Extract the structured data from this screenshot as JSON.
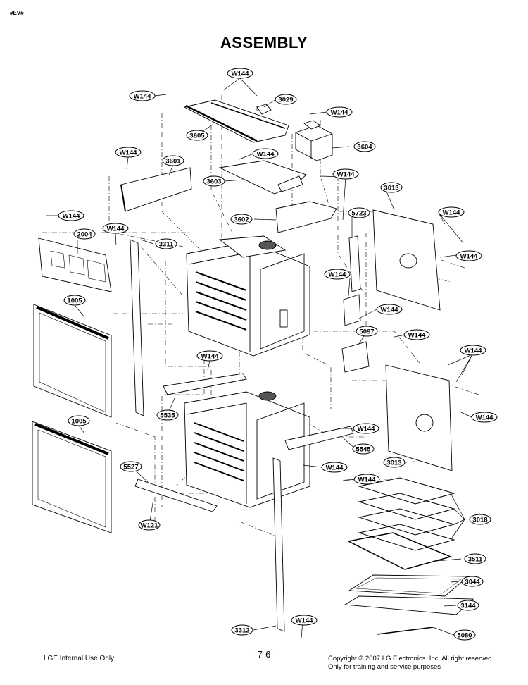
{
  "header": {
    "corner_tag": "#EV#",
    "title": "ASSEMBLY"
  },
  "footer": {
    "left": "LGE Internal Use Only",
    "page": "-7-6-",
    "copyright": "Copyright © 2007 LG Electronics. Inc. All right reserved.",
    "training_note": "Only for training and service purposes"
  },
  "callouts": [
    "W144",
    "W144",
    "3029",
    "W144",
    "3605",
    "3604",
    "W144",
    "W144",
    "3601",
    "W144",
    "3603",
    "3013",
    "3602",
    "W144",
    "5723",
    "W144",
    "2004",
    "W144",
    "3311",
    "W144",
    "W144",
    "W144",
    "1005",
    "5097",
    "W144",
    "W144",
    "W144",
    "5535",
    "W144",
    "1005",
    "W144",
    "5545",
    "3013",
    "W144",
    "5527",
    "W144",
    "3018",
    "W121",
    "3511",
    "3044",
    "3144",
    "3312",
    "W144",
    "5080"
  ]
}
